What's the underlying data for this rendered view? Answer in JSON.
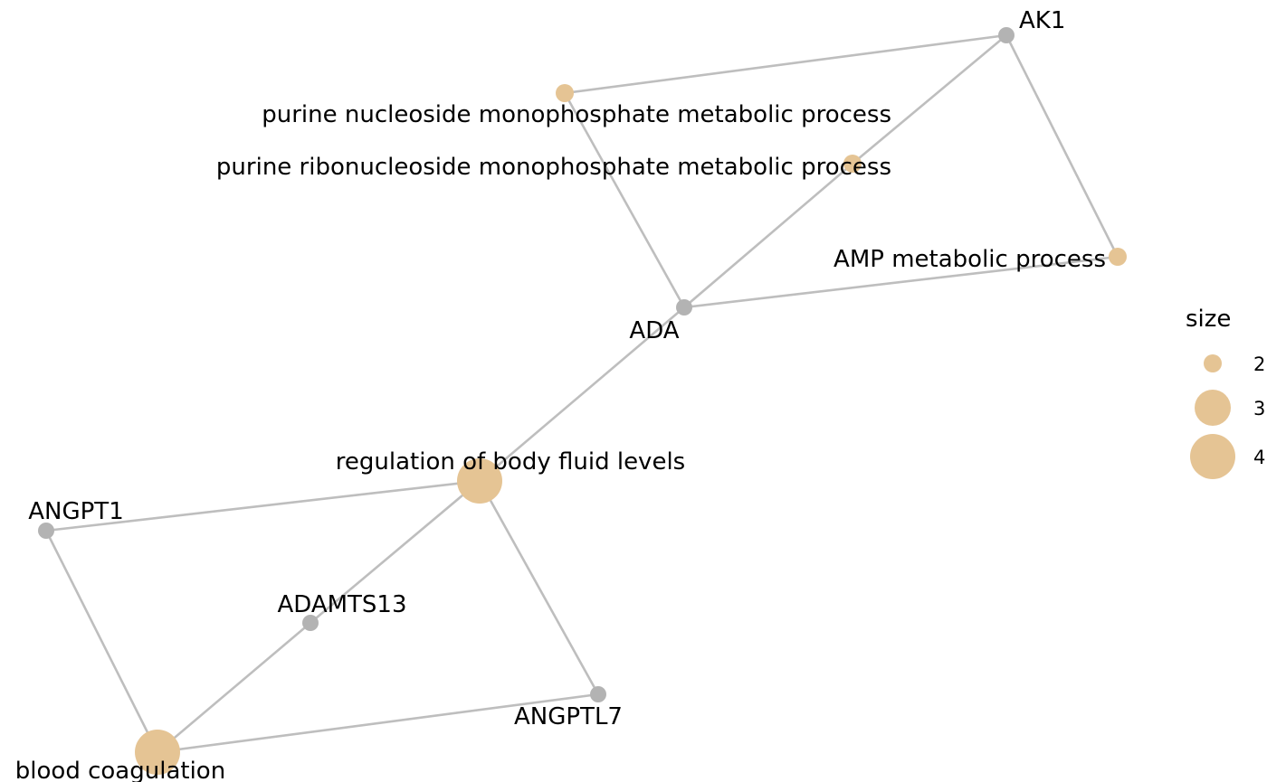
{
  "colors": {
    "gene_node": "#b3b3b3",
    "category_node": "#e5c494",
    "edge": "#bebebe",
    "label": "#000000"
  },
  "graph": {
    "nodes": [
      {
        "id": "AK1",
        "label": "AK1",
        "kind": "gene"
      },
      {
        "id": "purine_nuc",
        "label": "purine nucleoside monophosphate metabolic process",
        "kind": "category",
        "size": 2
      },
      {
        "id": "purine_ribo",
        "label": "purine ribonucleoside monophosphate metabolic process",
        "kind": "category",
        "size": 2
      },
      {
        "id": "amp",
        "label": "AMP metabolic process",
        "kind": "category",
        "size": 2
      },
      {
        "id": "ADA",
        "label": "ADA",
        "kind": "gene"
      },
      {
        "id": "body_fluid",
        "label": "regulation of body fluid levels",
        "kind": "category",
        "size": 4
      },
      {
        "id": "ANGPT1",
        "label": "ANGPT1",
        "kind": "gene"
      },
      {
        "id": "ADAMTS13",
        "label": "ADAMTS13",
        "kind": "gene"
      },
      {
        "id": "ANGPTL7",
        "label": "ANGPTL7",
        "kind": "gene"
      },
      {
        "id": "blood_coag",
        "label": "blood coagulation",
        "kind": "category",
        "size": 4
      }
    ],
    "edges": [
      [
        "purine_nuc",
        "AK1"
      ],
      [
        "purine_ribo",
        "AK1"
      ],
      [
        "AK1",
        "amp"
      ],
      [
        "purine_nuc",
        "ADA"
      ],
      [
        "purine_ribo",
        "ADA"
      ],
      [
        "ADA",
        "amp"
      ],
      [
        "ADA",
        "body_fluid"
      ],
      [
        "body_fluid",
        "ANGPT1"
      ],
      [
        "body_fluid",
        "ADAMTS13"
      ],
      [
        "body_fluid",
        "ANGPTL7"
      ],
      [
        "ANGPT1",
        "blood_coag"
      ],
      [
        "ADAMTS13",
        "blood_coag"
      ],
      [
        "ANGPTL7",
        "blood_coag"
      ]
    ]
  },
  "legend": {
    "title": "size",
    "keys": [
      {
        "label": "2",
        "size": 2
      },
      {
        "label": "3",
        "size": 3
      },
      {
        "label": "4",
        "size": 4
      }
    ]
  }
}
